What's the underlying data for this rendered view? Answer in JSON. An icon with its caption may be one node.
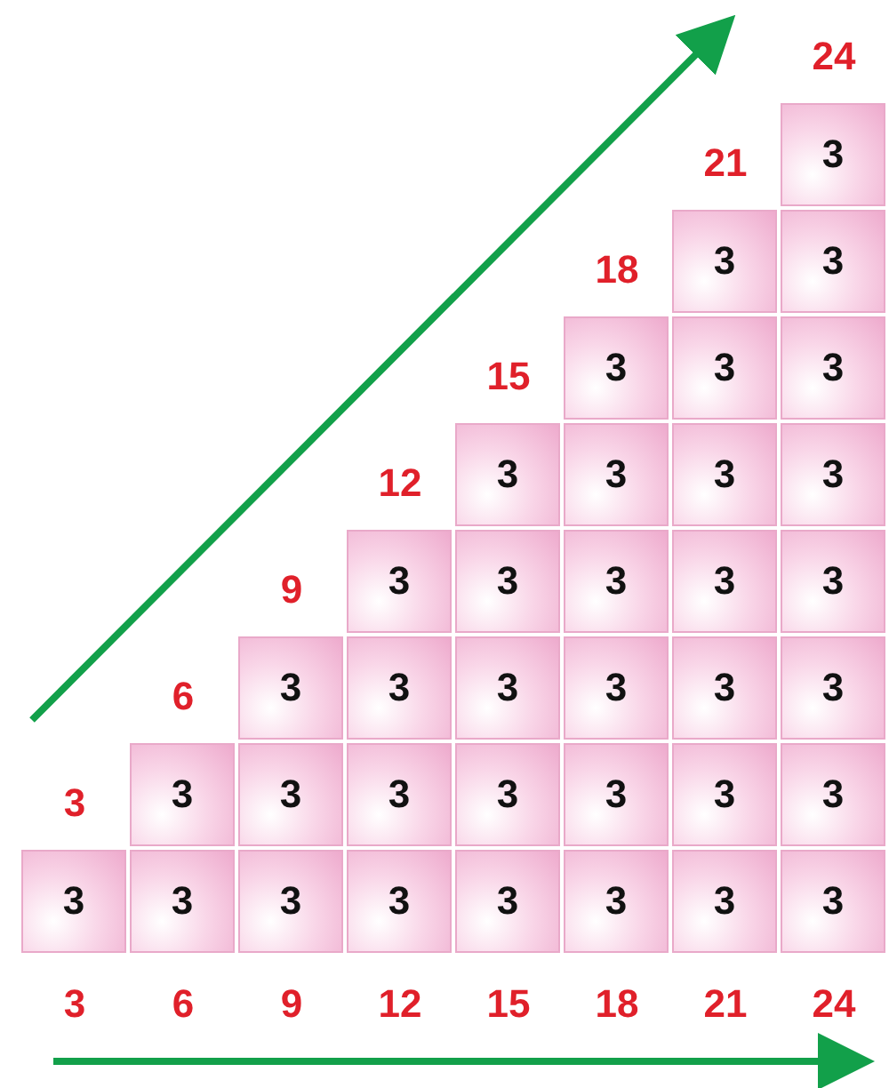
{
  "diagram": {
    "nodes": [
      {
        "text": [
          "3"
        ]
      },
      {
        "text": [
          "3"
        ]
      },
      {
        "text": [
          "3"
        ]
      },
      {
        "text": [
          "3"
        ]
      },
      {
        "text": [
          "3"
        ]
      },
      {
        "text": [
          "3"
        ]
      },
      {
        "text": [
          "3"
        ]
      },
      {
        "text": [
          "3"
        ]
      },
      {
        "text": [
          "3"
        ]
      },
      {
        "text": [
          "3"
        ]
      },
      {
        "text": [
          "3"
        ]
      },
      {
        "text": [
          "3"
        ]
      },
      {
        "text": [
          "3"
        ]
      },
      {
        "text": [
          "3"
        ]
      },
      {
        "text": [
          "3"
        ]
      },
      {
        "text": [
          "3"
        ]
      },
      {
        "text": [
          "3"
        ]
      },
      {
        "text": [
          "3"
        ]
      },
      {
        "text": [
          "3"
        ]
      },
      {
        "text": [
          "3"
        ]
      },
      {
        "text": [
          "3"
        ]
      },
      {
        "text": [
          "3"
        ]
      },
      {
        "text": [
          "3"
        ]
      },
      {
        "text": [
          "3"
        ]
      },
      {
        "text": [
          "3"
        ]
      },
      {
        "text": [
          "3"
        ]
      },
      {
        "text": [
          "3"
        ]
      },
      {
        "text": [
          "3"
        ]
      },
      {
        "text": [
          "3"
        ]
      },
      {
        "text": [
          "3"
        ]
      },
      {
        "text": [
          "3"
        ]
      },
      {
        "text": [
          "3"
        ]
      },
      {
        "text": [
          "3"
        ]
      },
      {
        "text": [
          "3"
        ]
      },
      {
        "text": [
          "3"
        ]
      },
      {
        "text": [
          "3"
        ]
      }
    ],
    "labels": [
      "24",
      "21",
      "18",
      "15",
      "12",
      "9",
      "6",
      "3",
      "3",
      "6",
      "9",
      "12",
      "15",
      "18",
      "21",
      "24"
    ]
  }
}
